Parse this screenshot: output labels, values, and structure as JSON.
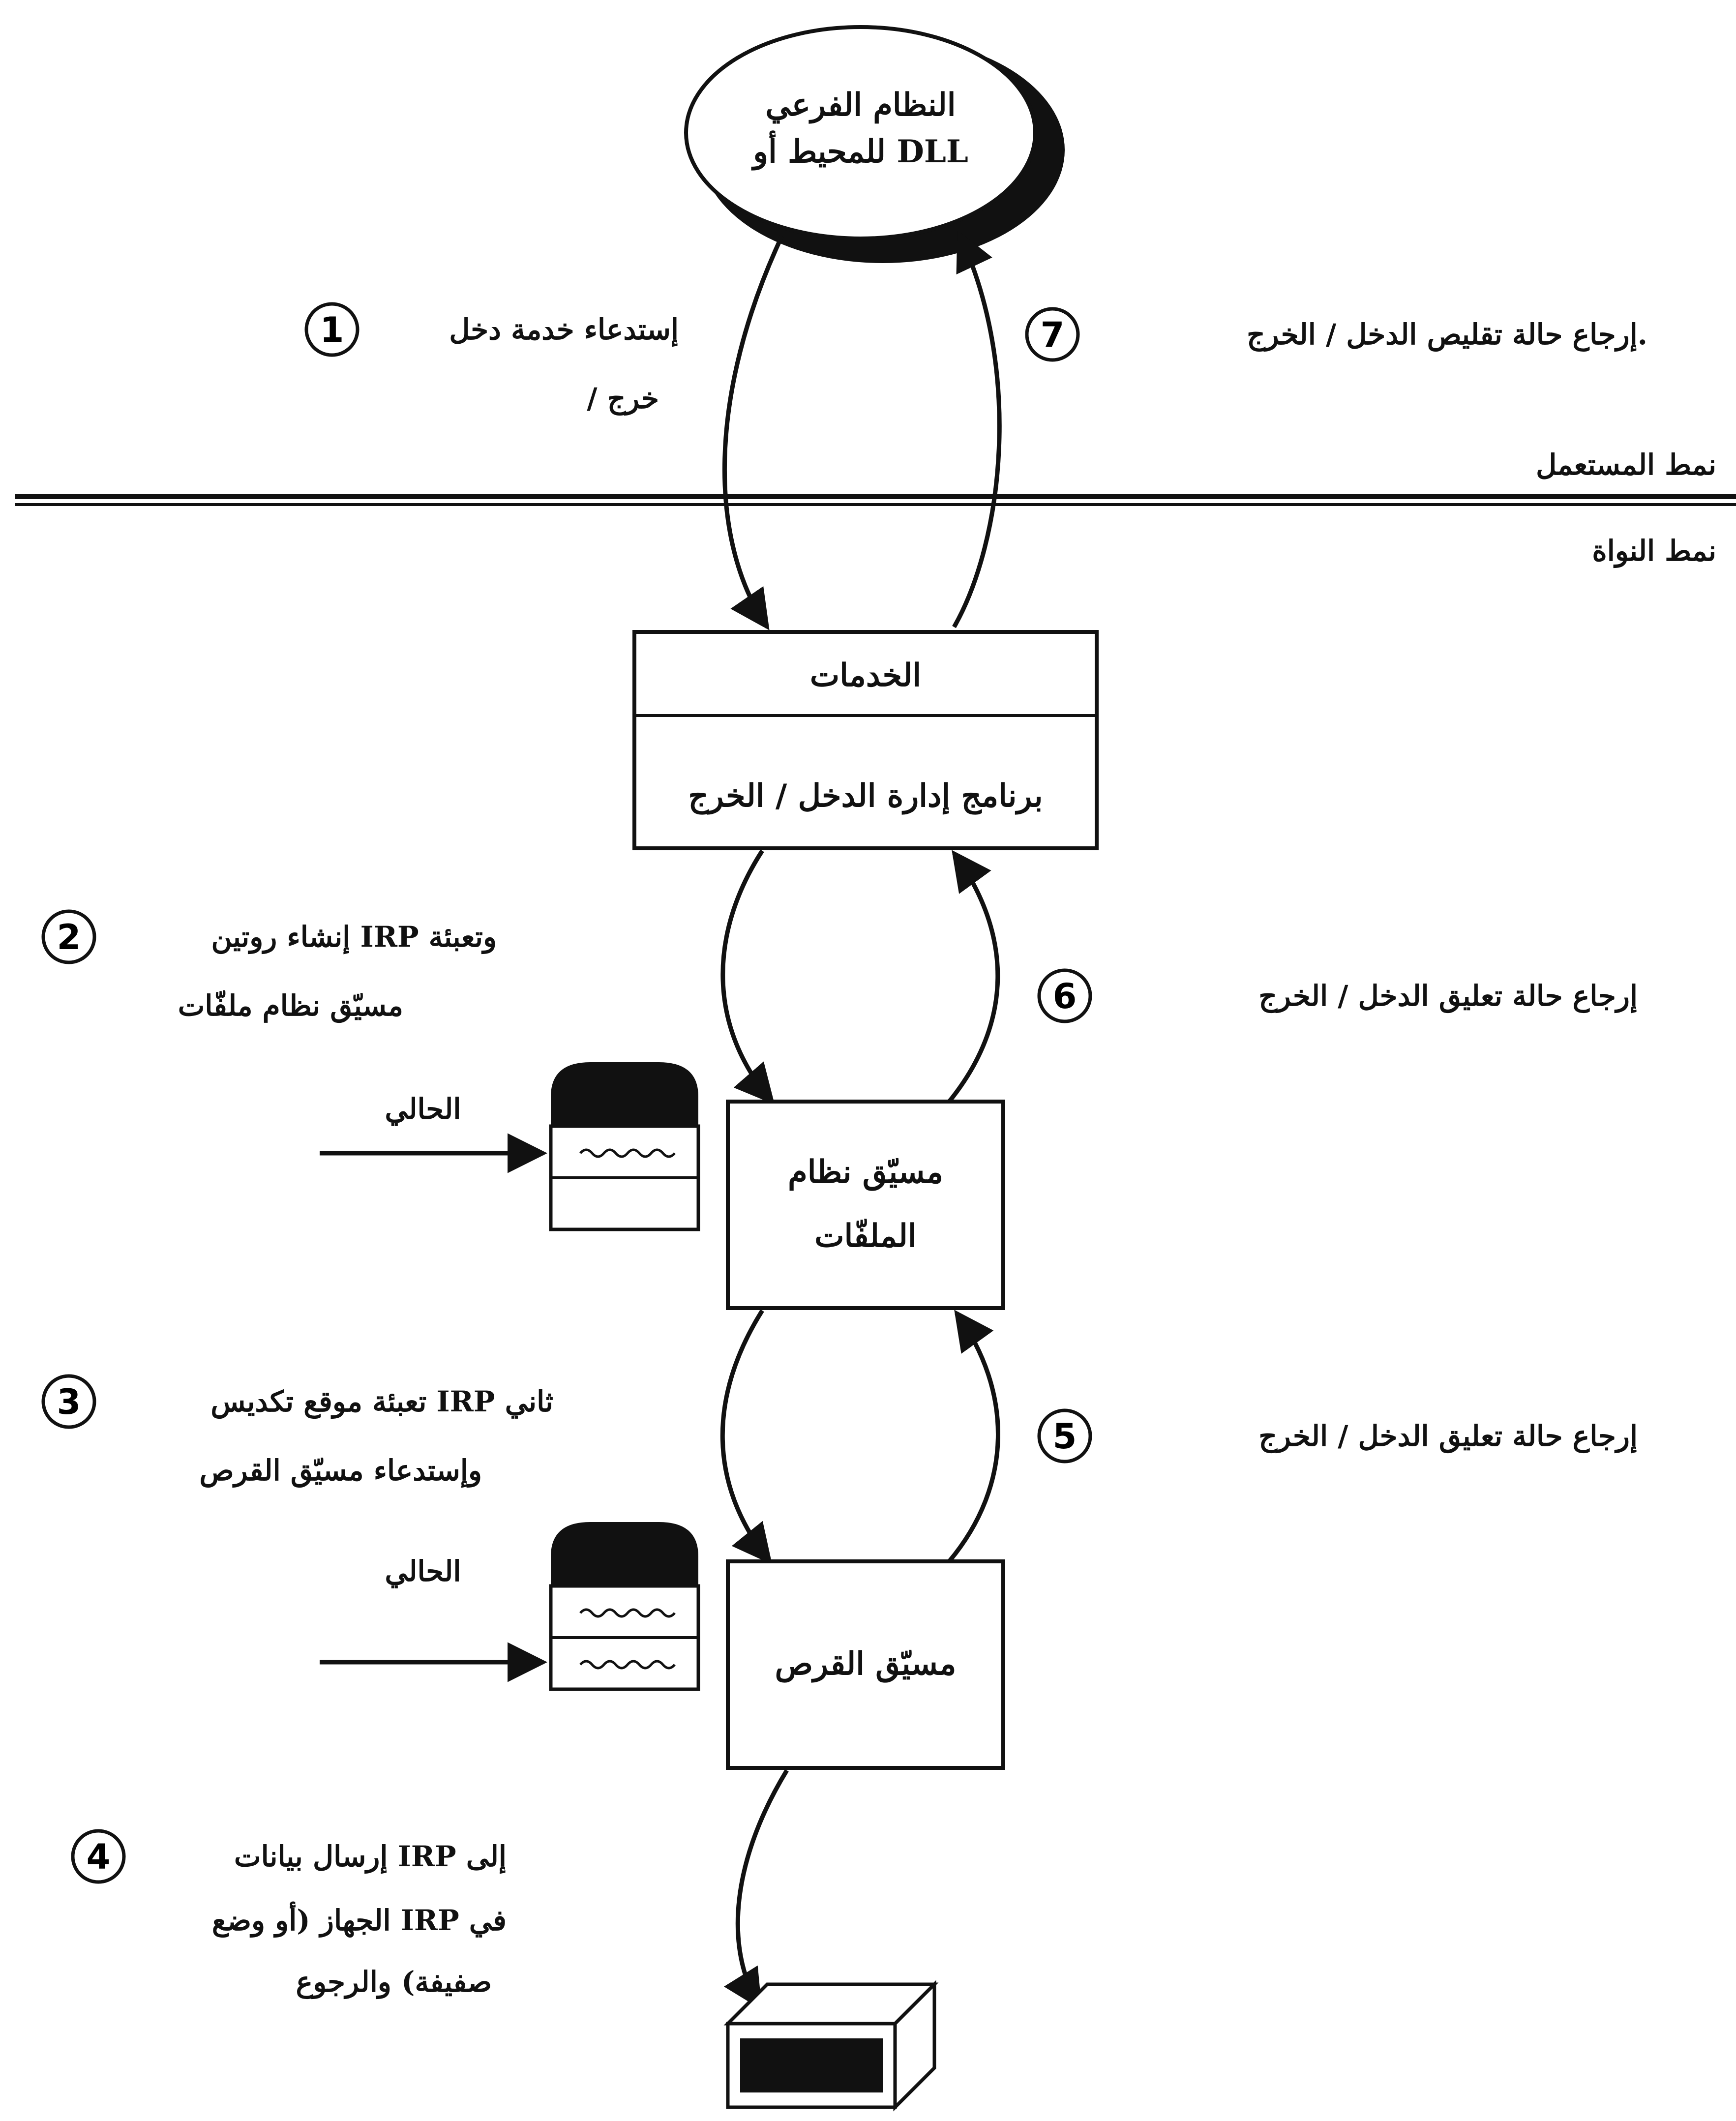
{
  "subsystem": {
    "line1": "النظام الفرعي",
    "line2": "للمحيط أو DLL"
  },
  "modes": {
    "user": "نمط المستعمل",
    "kernel": "نمط النواة"
  },
  "services_box": {
    "top": "الخدمات",
    "bottom": "برنامج إدارة الدخل / الخرج"
  },
  "fs_driver": {
    "line1": "مسيّق نظام",
    "line2": "الملفّات"
  },
  "disk_driver": {
    "label": "مسيّق القرص"
  },
  "current_label_1": "الحالي",
  "current_label_2": "الحالي",
  "steps": [
    {
      "num": "1",
      "lines": [
        "إستدعاء خدمة دخل",
        "/ خرج"
      ]
    },
    {
      "num": "2",
      "lines": [
        "إنشاء روتين IRP وتعبئة",
        "مسيّق نظام ملفّات"
      ]
    },
    {
      "num": "3",
      "lines": [
        "تعبئة موقع تكديس IRP ثاني",
        "وإستدعاء مسيّق القرص"
      ]
    },
    {
      "num": "4",
      "lines": [
        "إرسال بيانات IRP إلى",
        "الجهاز (أو وضع IRP في",
        "صفيفة) والرجوع"
      ]
    },
    {
      "num": "5",
      "lines": [
        "إرجاع حالة تعليق الدخل / الخرج"
      ]
    },
    {
      "num": "6",
      "lines": [
        "إرجاع حالة تعليق الدخل / الخرج"
      ]
    },
    {
      "num": "7",
      "lines": [
        "إرجاع حالة تقليص الدخل / الخرج."
      ]
    }
  ]
}
